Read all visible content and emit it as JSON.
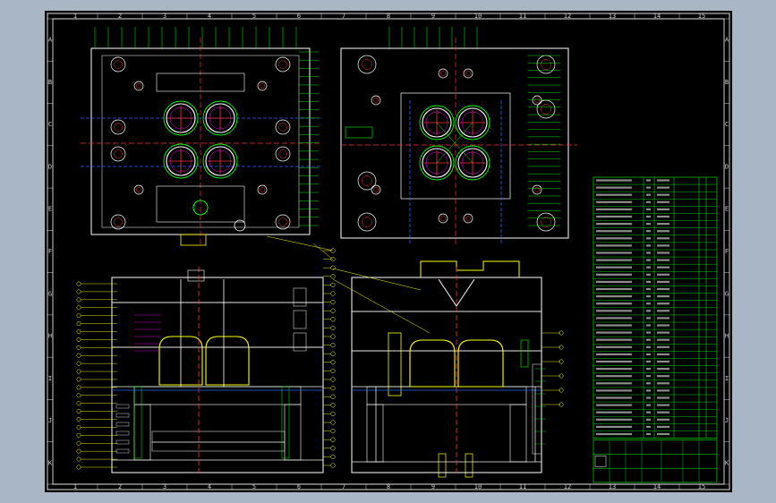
{
  "drawing": {
    "background": "#000000",
    "viewport_bg": "#a9b6c6",
    "colors": {
      "frame": "#ffffff",
      "plate": "#ffffff",
      "cooling": "#00ff00",
      "leader": "#ffff00",
      "centerline": "#ff3030",
      "runner": "#3060ff",
      "accent_magenta": "#ff00ff",
      "accent_cyan": "#00ffff"
    },
    "column_labels": [
      "1",
      "2",
      "3",
      "4",
      "5",
      "6",
      "7",
      "8",
      "9",
      "10",
      "11",
      "12",
      "13",
      "14",
      "15"
    ],
    "row_labels": [
      "A",
      "B",
      "C",
      "D",
      "E",
      "F",
      "G",
      "H",
      "I",
      "J",
      "K"
    ],
    "views": [
      "top-view-moving-half",
      "top-view-fixed-half",
      "section-view-left",
      "section-view-right"
    ],
    "bom_rows": 36,
    "title_block_rows": 3
  }
}
